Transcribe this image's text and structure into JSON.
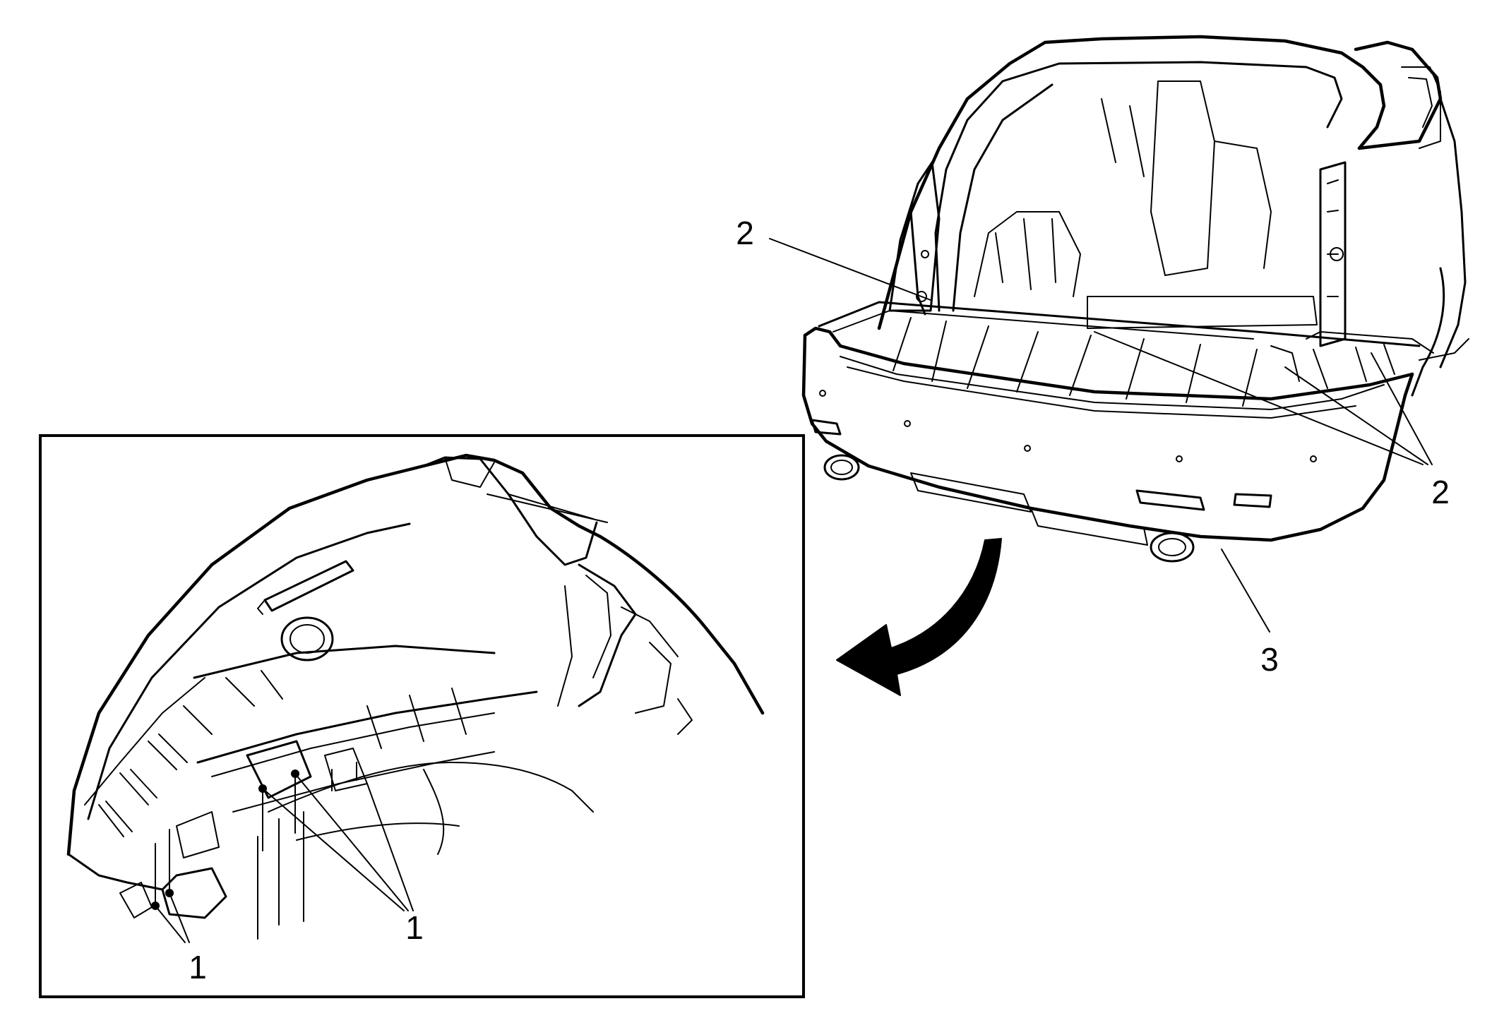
{
  "callouts": {
    "fastener_label_inset_left": "1",
    "fastener_label_inset_right": "1",
    "fastener_label_upper_left": "2",
    "fastener_label_lower_right": "2",
    "fascia_label": "3"
  },
  "icons": {
    "direction_arrow": "curved-arrow-icon"
  }
}
